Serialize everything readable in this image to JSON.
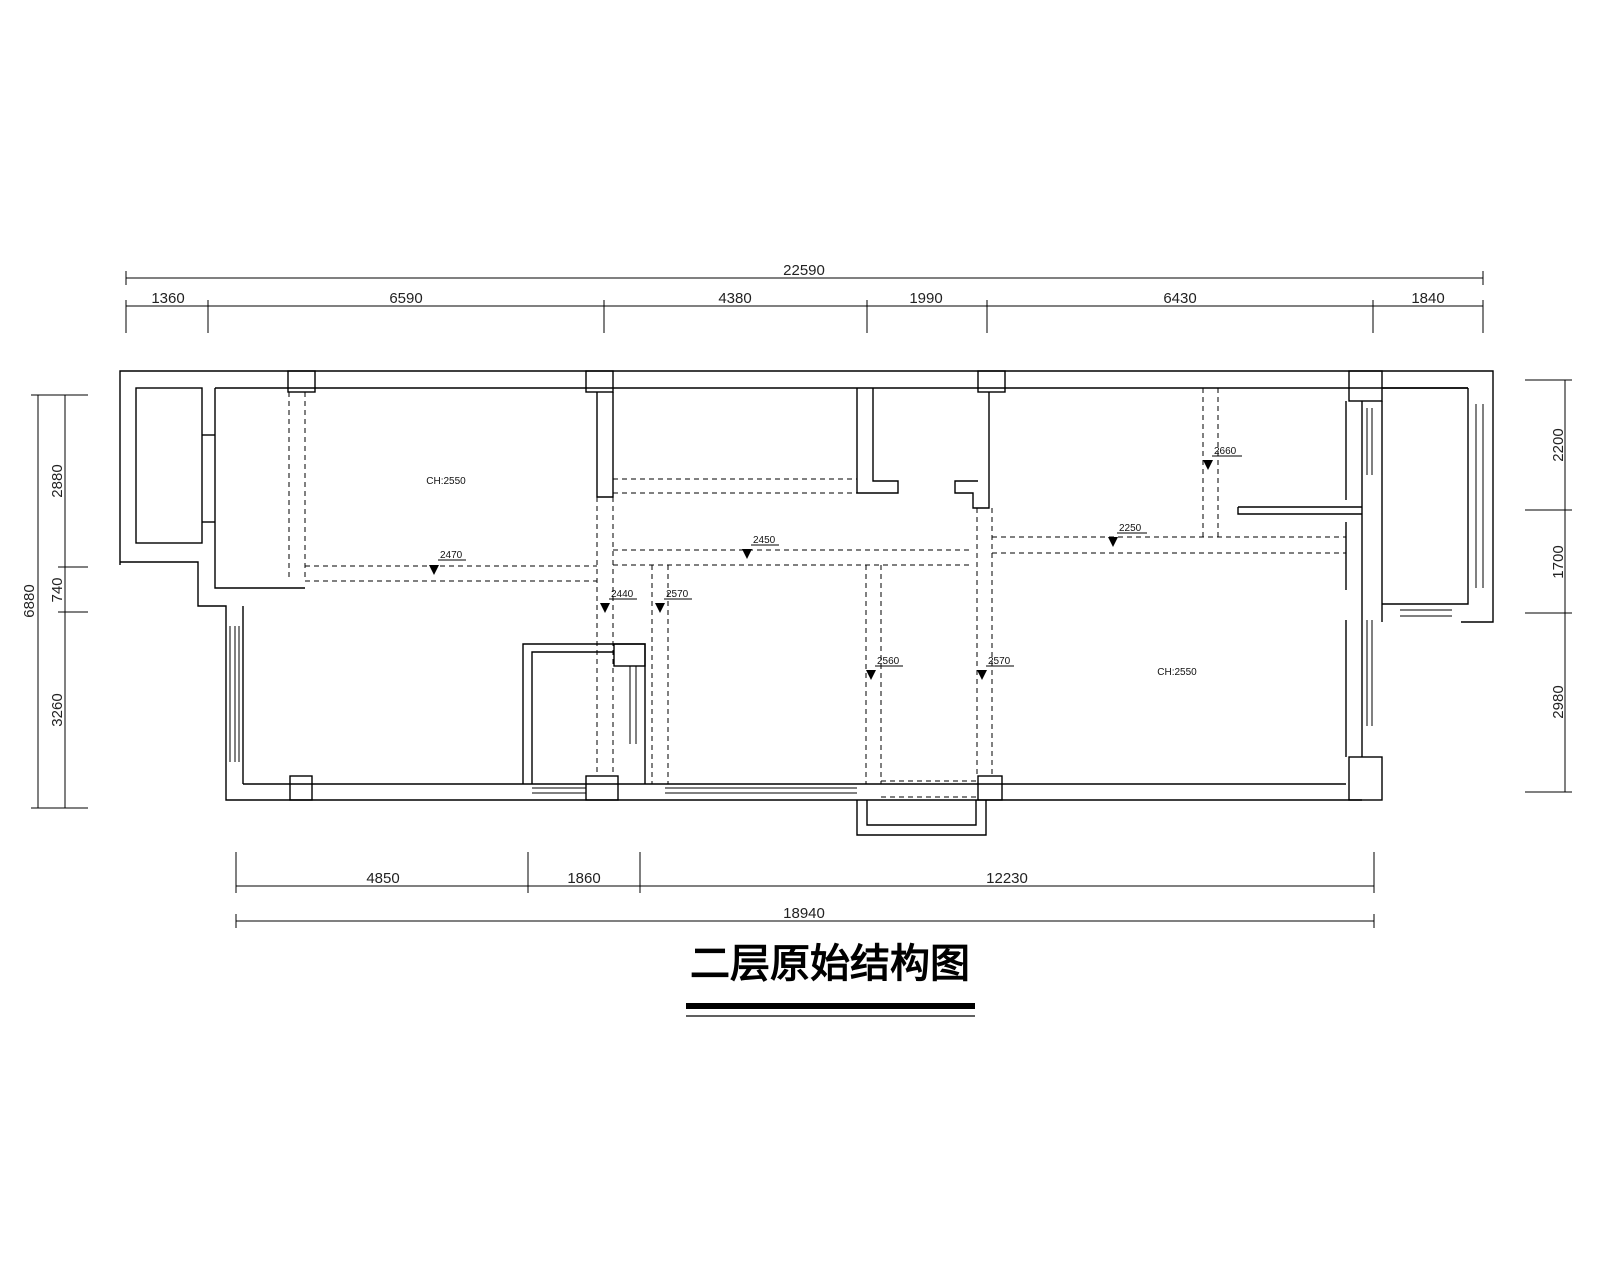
{
  "title": "二层原始结构图",
  "dimensions": {
    "top_total": "22590",
    "top_segments": [
      "1360",
      "6590",
      "4380",
      "1990",
      "6430",
      "1840"
    ],
    "bottom_segments": [
      "4850",
      "1860",
      "12230"
    ],
    "bottom_total": "18940",
    "left_total": "6880",
    "left_segments": [
      "2880",
      "740",
      "3260"
    ],
    "right_segments": [
      "2200",
      "1700",
      "2980"
    ]
  },
  "ceiling_heights": [
    "CH:2550",
    "CH:2550"
  ],
  "beam_levels": [
    "2470",
    "2450",
    "2250",
    "2660",
    "2440",
    "2570",
    "2560",
    "2570"
  ]
}
